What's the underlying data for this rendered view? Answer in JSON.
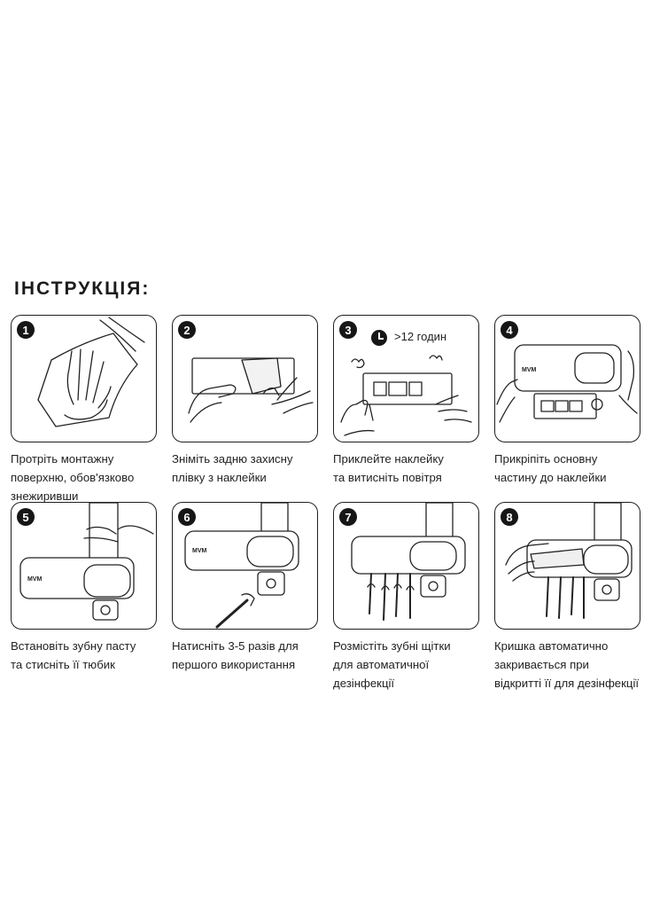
{
  "heading": "ІНСТРУКЦІЯ:",
  "steps": [
    {
      "num": "1",
      "caption": "Протріть монтажну\nповерхню, обов'язково\nзнежиривши",
      "illustration": "hand-wiping-wall-icon"
    },
    {
      "num": "2",
      "caption": "Зніміть задню захисну\nплівку з наклейки",
      "illustration": "peeling-film-icon"
    },
    {
      "num": "3",
      "caption": "Приклейте наклейку\nта витисніть повітря",
      "illustration": "pressing-sticker-icon",
      "timer_icon": "clock-icon",
      "timer_text": ">12 годин"
    },
    {
      "num": "4",
      "caption": "Прикріпіть основну\nчастину до наклейки",
      "illustration": "attaching-device-icon"
    },
    {
      "num": "5",
      "caption": "Встановіть зубну пасту\nта стисніть її тюбик",
      "illustration": "installing-toothpaste-icon"
    },
    {
      "num": "6",
      "caption": "Натисніть 3-5 разів для\nпершого використання",
      "illustration": "dispensing-toothbrush-icon"
    },
    {
      "num": "7",
      "caption": "Розмістіть зубні щітки\nдля автоматичної\nдезінфекції",
      "illustration": "toothbrushes-hanging-icon"
    },
    {
      "num": "8",
      "caption": "Кришка автоматично\nзакривається при\nвідкритті її для дезінфекції",
      "illustration": "closing-lid-icon"
    }
  ],
  "brand_logo": "MVM",
  "colors": {
    "ink": "#1f1f1f",
    "badge": "#161616",
    "panel_bg": "#ffffff"
  }
}
